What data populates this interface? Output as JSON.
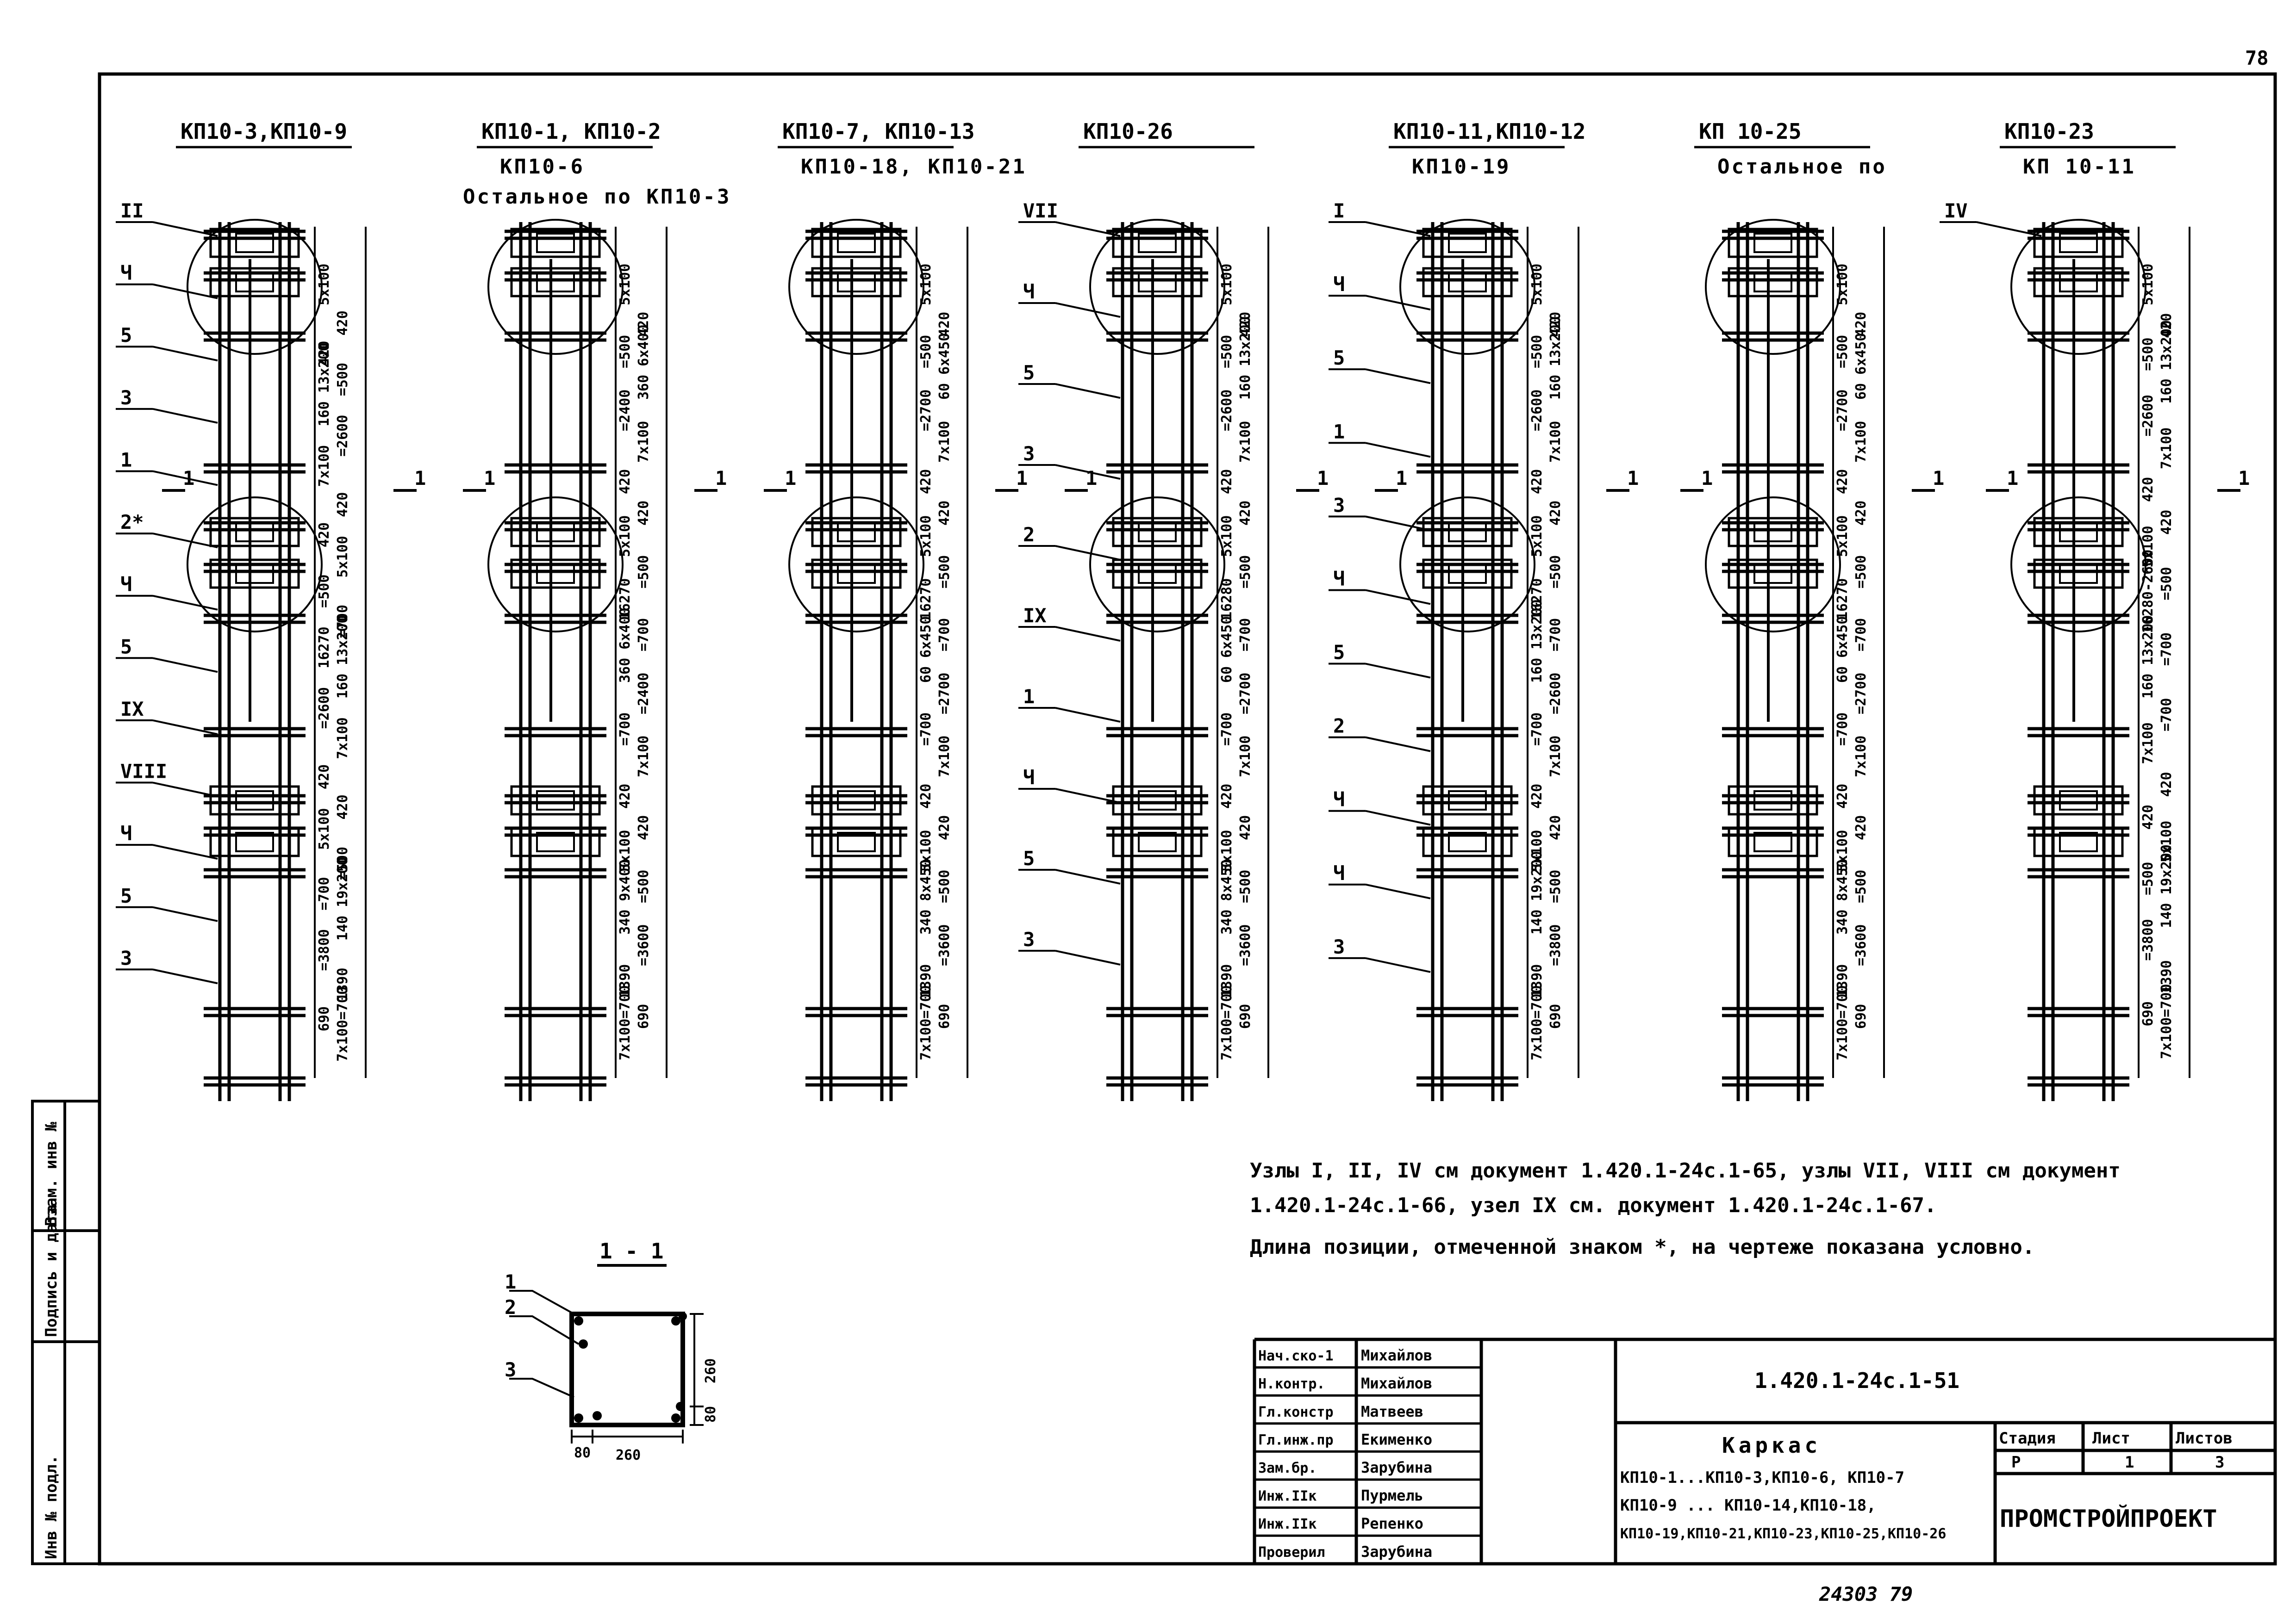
{
  "page_number": "78",
  "bottom_code": "24303 79",
  "cages": [
    {
      "title": "КП10-3,КП10-9",
      "sub1": "",
      "sub2": "",
      "dims": [
        "5x100",
        "420",
        "420",
        "=500",
        "160 13x200",
        "=2600",
        "7x100",
        "420",
        "420",
        "5x100",
        "=500",
        "=700",
        "16270",
        "160 13x200",
        "=2600",
        "7x100",
        "420",
        "420",
        "5x100",
        "=500",
        "=700",
        "140 19x200",
        "=3800",
        "1390",
        "690",
        "7x100=700"
      ],
      "bar_labels": [
        "II",
        "Ч",
        "5",
        "3",
        "1",
        "2*",
        "Ч",
        "5",
        "IX",
        "VIII",
        "Ч",
        "5",
        "3"
      ]
    },
    {
      "title": "КП10-1, КП10-2",
      "sub1": "КП10-6",
      "sub2": "Остальное по КП10-3",
      "dims": [
        "5x100",
        "420",
        "=500",
        "360 6x400",
        "=2400",
        "7x100",
        "420",
        "420",
        "5x100",
        "=500",
        "16270",
        "=700",
        "360 6x400",
        "=2400",
        "=700",
        "7x100",
        "420",
        "420",
        "5x100",
        "=500",
        "340 9x400",
        "=3600",
        "1390",
        "690",
        "7x100=700"
      ]
    },
    {
      "title": "КП10-7, КП10-13",
      "sub1": "КП10-18, КП10-21",
      "sub2": "",
      "dims": [
        "5x100",
        "420",
        "=500",
        "60 6x450",
        "=2700",
        "7x100",
        "420",
        "420",
        "5x100",
        "=500",
        "16270",
        "=700",
        "60 6x450",
        "=2700",
        "=700",
        "7x100",
        "420",
        "420",
        "5x100",
        "=500",
        "340 8x450",
        "=3600",
        "1390",
        "690",
        "7x100=700"
      ]
    },
    {
      "title": "КП10-26",
      "sub1": "",
      "sub2": "",
      "dims": [
        "5x100",
        "420",
        "=500",
        "160 13x200",
        "=2600",
        "7x100",
        "420",
        "420",
        "5x100",
        "=500",
        "16280",
        "=700",
        "60 6x450",
        "=2700",
        "=700",
        "7x100",
        "420",
        "420",
        "5x100",
        "=500",
        "340 8x450",
        "=3600",
        "1390",
        "690",
        "7x100=700"
      ],
      "bar_labels": [
        "VII",
        "Ч",
        "5",
        "3",
        "2",
        "IX",
        "1",
        "Ч",
        "5",
        "3"
      ]
    },
    {
      "title": "КП10-11,КП10-12",
      "sub1": "КП10-19",
      "sub2": "",
      "dims": [
        "5x100",
        "420",
        "=500",
        "160 13x200",
        "=2600",
        "7x100",
        "420",
        "420",
        "5x100",
        "=500",
        "16270",
        "=700",
        "160 13x200",
        "=2600",
        "=700",
        "7x100",
        "420",
        "420",
        "5x100",
        "=500",
        "140 19x200",
        "=3800",
        "1390",
        "690",
        "7x100=700"
      ],
      "bar_labels": [
        "I",
        "Ч",
        "5",
        "1",
        "3",
        "Ч",
        "5",
        "2",
        "Ч",
        "Ч",
        "3"
      ]
    },
    {
      "title": "КП 10-25",
      "sub1": "Остальное  по",
      "sub2": "",
      "dims": [
        "5x100",
        "420",
        "=500",
        "60 6x450",
        "=2700",
        "7x100",
        "420",
        "420",
        "5x100",
        "=500",
        "16270",
        "=700",
        "60 6x450",
        "=2700",
        "=700",
        "7x100",
        "420",
        "420",
        "5x100",
        "=500",
        "340 8x450",
        "=3600",
        "1390",
        "690",
        "7x100=700"
      ]
    },
    {
      "title": "КП10-23",
      "sub1": "КП 10-11",
      "sub2": "",
      "dims": [
        "5x100",
        "420",
        "=500",
        "160 13x200",
        "=2600",
        "7x100",
        "420",
        "420",
        "5x100",
        "=500",
        "16280-2600",
        "=700",
        "160 13x200",
        "=700",
        "7x100",
        "420",
        "420",
        "5x100",
        "=500",
        "140 19x200",
        "=3800",
        "1390",
        "690",
        "7x100=700"
      ],
      "bar_labels": [
        "IV"
      ]
    }
  ],
  "section_marker": "1",
  "section": {
    "title": "1 - 1",
    "labels": [
      "1",
      "2",
      "3"
    ],
    "dims": [
      "260",
      "80",
      "80",
      "260"
    ]
  },
  "notes": [
    "Узлы I, II, IV см документ 1.420.1-24с.1-65, узлы VII, VIII см документ",
    "1.420.1-24с.1-66, узел IX см. документ 1.420.1-24с.1-67.",
    "Длина позиции, отмеченной знаком *, на чертеже показана условно."
  ],
  "left_strip": [
    "Инв № подл.",
    "Подпись и дата",
    "Взам. инв №"
  ],
  "title_block": {
    "doc_code": "1.420.1-24с.1-51",
    "signers": [
      {
        "role": "Нач.ско-1",
        "name": "Михайлов"
      },
      {
        "role": "Н.контр.",
        "name": "Михайлов"
      },
      {
        "role": "Гл.констр",
        "name": "Матвеев"
      },
      {
        "role": "Гл.инж.пр",
        "name": "Екименко"
      },
      {
        "role": "Зам.бр.",
        "name": "Зарубина"
      },
      {
        "role": "Инж.IIк",
        "name": "Пурмель"
      },
      {
        "role": "Инж.IIк",
        "name": "Репенко"
      },
      {
        "role": "Проверил",
        "name": "Зарубина"
      }
    ],
    "name": "Каркас",
    "desc": [
      "КП10-1...КП10-3,КП10-6, КП10-7",
      "КП10-9  ...    КП10-14,КП10-18,",
      "КП10-19,КП10-21,КП10-23,КП10-25,КП10-26"
    ],
    "stage_label": "Стадия",
    "sheet_label": "Лист",
    "sheets_label": "Листов",
    "stage": "Р",
    "sheet": "1",
    "sheets": "3",
    "org": "ПРОМСТРОЙПРОЕКТ"
  }
}
